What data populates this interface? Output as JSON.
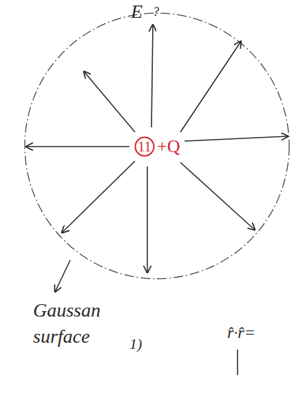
{
  "diagram": {
    "nodes": [
      {
        "text": [
          "11",
          "+Q"
        ]
      }
    ],
    "labels": [
      "E⃗",
      "?",
      "Gaussan surface",
      "1)",
      "r̂·r̂="
    ]
  }
}
